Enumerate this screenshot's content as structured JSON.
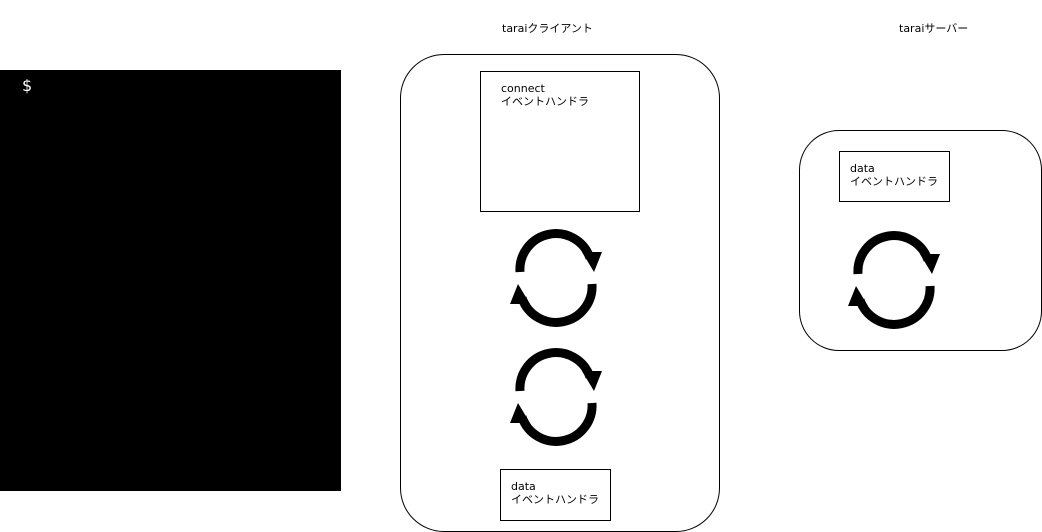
{
  "terminal": {
    "prompt": "$",
    "background": "#000000",
    "text_color": "#ffffff"
  },
  "client": {
    "title": "taraiクライアント",
    "handlers": [
      {
        "name": "connect",
        "label": "イベントハンドラ"
      },
      {
        "name": "data",
        "label": "イベントハンドラ"
      }
    ],
    "cycle_icons": 2
  },
  "server": {
    "title": "taraiサーバー",
    "handlers": [
      {
        "name": "data",
        "label": "イベントハンドラ"
      }
    ],
    "cycle_icons": 1
  },
  "icons": [
    "cycle-arrows-icon"
  ]
}
